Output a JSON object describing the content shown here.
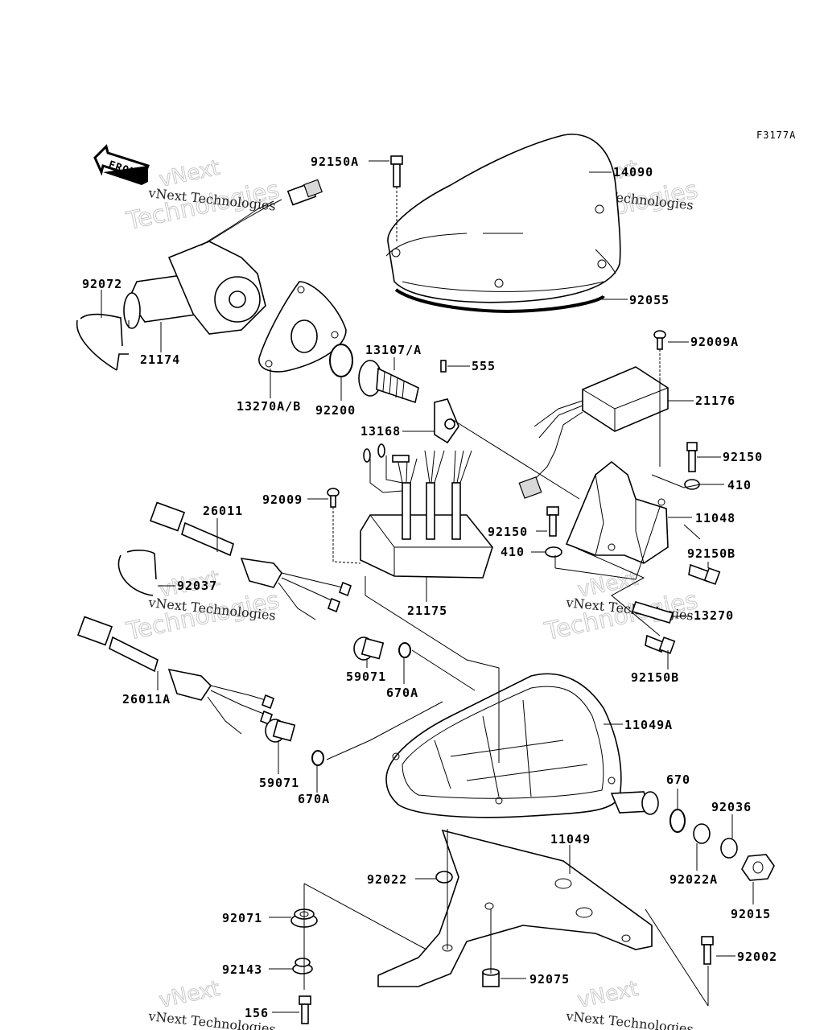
{
  "figure_ref": "F3177A",
  "front_label": "FRONT",
  "watermark": {
    "line1": "vNext",
    "line2": "vNext Technologies",
    "line3": "Technologies"
  },
  "parts": {
    "p92150A": "92150A",
    "p14090": "14090",
    "p92055": "92055",
    "p92072": "92072",
    "p21174": "21174",
    "p13270AB": "13270A/B",
    "p92200": "92200",
    "p13107A": "13107/A",
    "p555": "555",
    "p92009A": "92009A",
    "p21176": "21176",
    "p13168": "13168",
    "p92150": "92150",
    "p410a": "410",
    "p11048": "11048",
    "p92009": "92009",
    "p26011": "26011",
    "p92150b": "92150",
    "p410b": "410",
    "p92150B_1": "92150B",
    "p92037": "92037",
    "p21175": "21175",
    "p13270": "13270",
    "p59071a": "59071",
    "p670Aa": "670A",
    "p92150B_2": "92150B",
    "p26011A": "26011A",
    "p11049A": "11049A",
    "p59071b": "59071",
    "p670Ab": "670A",
    "p670": "670",
    "p92036": "92036",
    "p11049": "11049",
    "p92022": "92022",
    "p92022A": "92022A",
    "p92071": "92071",
    "p92015": "92015",
    "p92143": "92143",
    "p92075": "92075",
    "p92002": "92002",
    "p156": "156"
  }
}
